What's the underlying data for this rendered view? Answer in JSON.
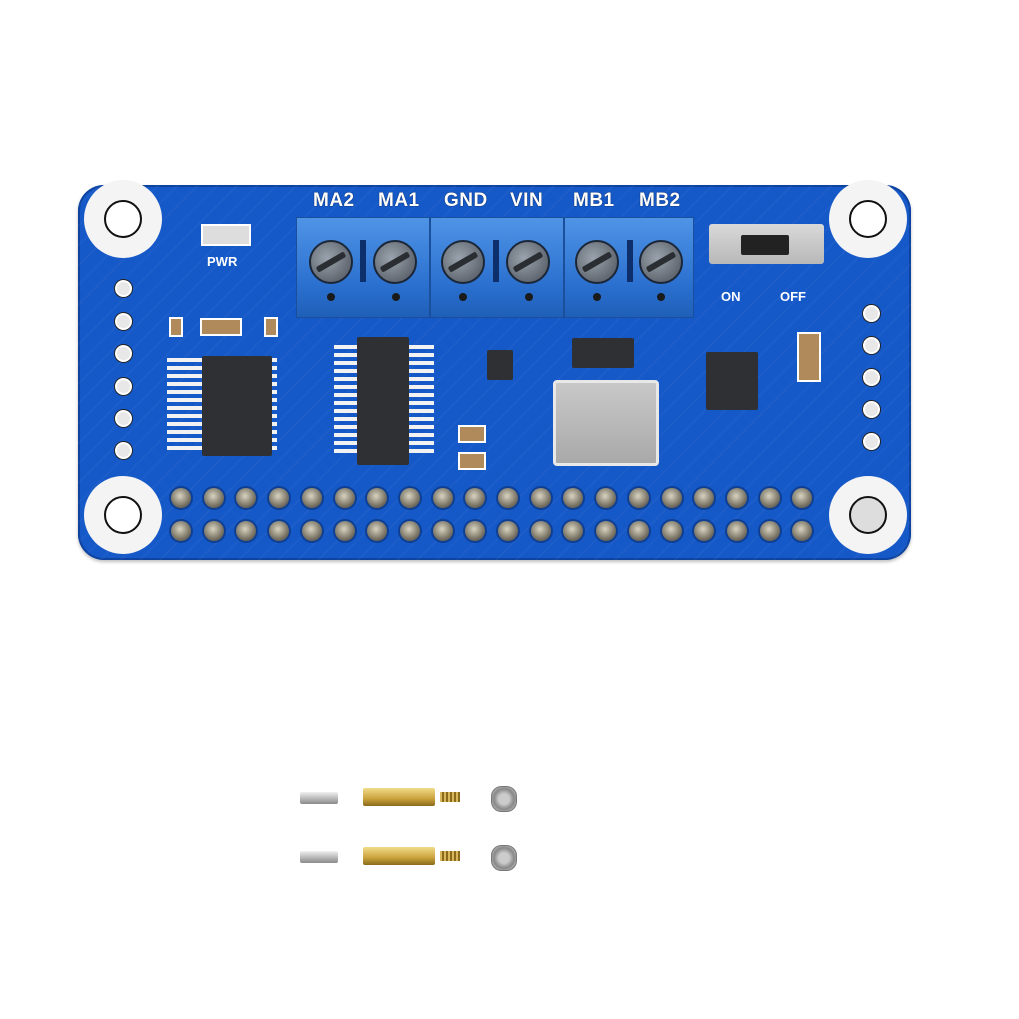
{
  "scene": {
    "description": "Motor driver HAT PCB product photo with mounting hardware",
    "background_color": "#ffffff",
    "board_color": "#1558c7",
    "terminal_color": "#3b82dc"
  },
  "board": {
    "terminal_labels": [
      "MA2",
      "MA1",
      "GND",
      "VIN",
      "MB1",
      "MB2"
    ],
    "power_led_label": "PWR",
    "switch_labels": {
      "on": "ON",
      "off": "OFF"
    },
    "gpio_header": {
      "rows": 2,
      "columns": 20
    },
    "left_pad_count": 6,
    "right_pad_count": 5,
    "mount_holes": 4
  },
  "hardware": {
    "screws": 2,
    "standoffs": 2,
    "nuts": 2
  }
}
